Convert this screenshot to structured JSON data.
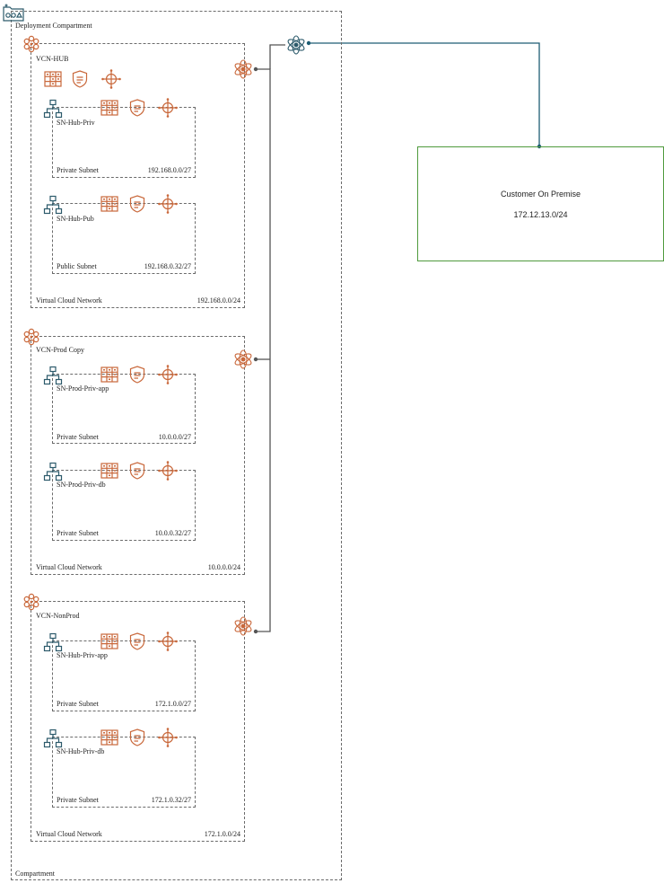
{
  "compartment": {
    "title": "Deployment Compartment",
    "footer": "Compartment"
  },
  "vcns": [
    {
      "name": "VCN-HUB",
      "footer": "Virtual Cloud Network",
      "cidr": "192.168.0.0/24",
      "subnets": [
        {
          "name": "SN-Hub-Priv",
          "type": "Private Subnet",
          "cidr": "192.168.0.0/27"
        },
        {
          "name": "SN-Hub-Pub",
          "type": "Public Subnet",
          "cidr": "192.168.0.32/27"
        }
      ]
    },
    {
      "name": "VCN-Prod Copy",
      "footer": "Virtual Cloud Network",
      "cidr": "10.0.0.0/24",
      "subnets": [
        {
          "name": "SN-Prod-Priv-app",
          "type": "Private Subnet",
          "cidr": "10.0.0.0/27"
        },
        {
          "name": "SN-Prod-Priv-db",
          "type": "Private Subnet",
          "cidr": "10.0.0.32/27"
        }
      ]
    },
    {
      "name": "VCN-NonProd",
      "footer": "Virtual Cloud Network",
      "cidr": "172.1.0.0/24",
      "subnets": [
        {
          "name": "SN-Hub-Priv-app",
          "type": "Private Subnet",
          "cidr": "172.1.0.0/27"
        },
        {
          "name": "SN-Hub-Priv-db",
          "type": "Private Subnet",
          "cidr": "172.1.0.32/27"
        }
      ]
    }
  ],
  "on_premise": {
    "title": "Customer On Premise",
    "cidr": "172.12.13.0/24"
  },
  "colors": {
    "oci_orange": "#c9683b",
    "network_teal": "#2c5a6b",
    "drg_line": "#1d5c73",
    "vcn_line": "#555555",
    "onprem_green": "#4f9a3d",
    "border": "#6b6b6b"
  },
  "icons": {
    "compartment": "compartment-icon",
    "vcn": "vcn-icon",
    "subnet": "subnet-icon",
    "route_table": "route-table-icon",
    "security_list": "security-list-icon",
    "gateway": "gateway-icon",
    "drg": "drg-icon"
  }
}
